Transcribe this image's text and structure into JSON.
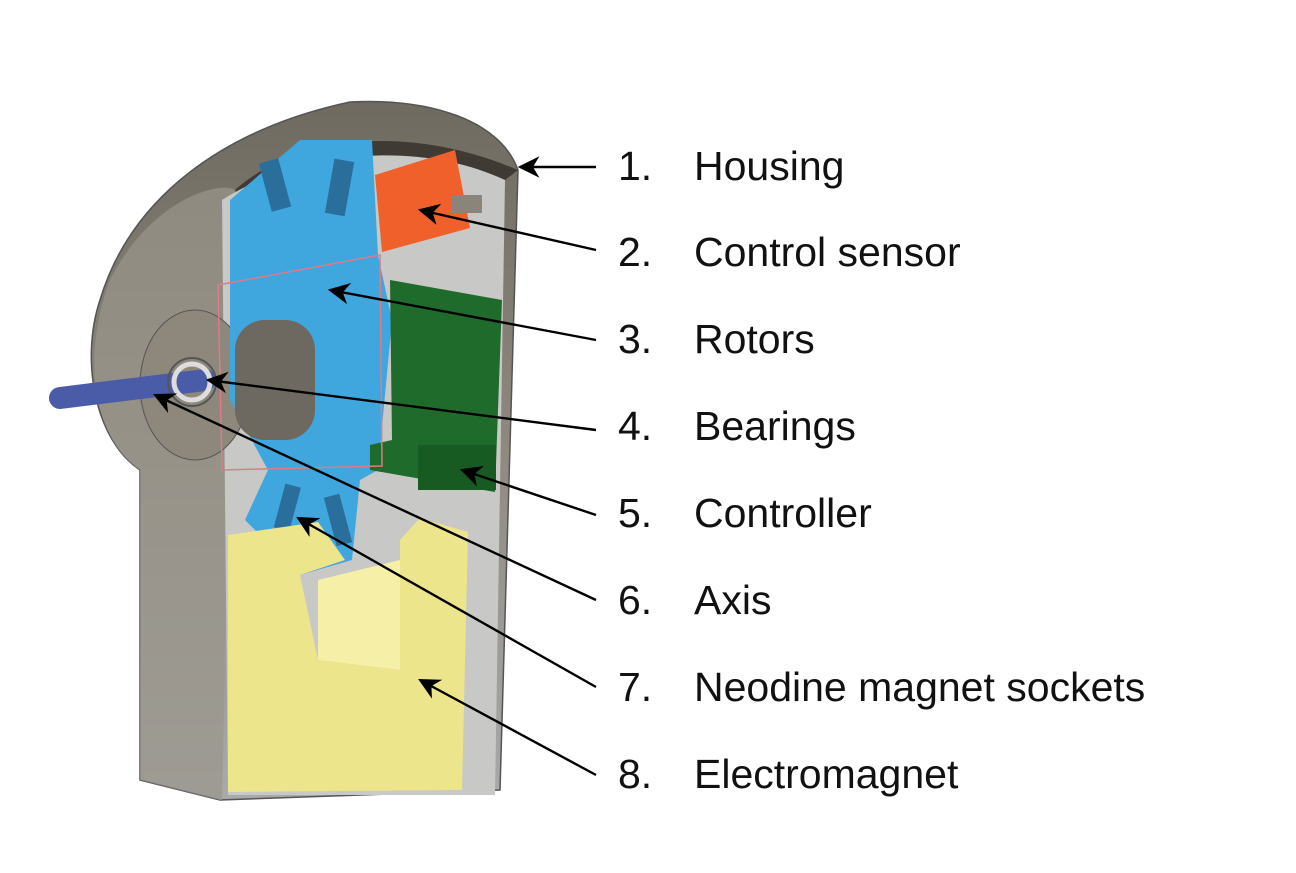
{
  "labels": [
    {
      "number": "1.",
      "name": "Housing"
    },
    {
      "number": "2.",
      "name": "Control sensor"
    },
    {
      "number": "3.",
      "name": "Rotors"
    },
    {
      "number": "4.",
      "name": "Bearings"
    },
    {
      "number": "5.",
      "name": "Controller"
    },
    {
      "number": "6.",
      "name": "Axis"
    },
    {
      "number": "7.",
      "name": "Neodine magnet sockets"
    },
    {
      "number": "8.",
      "name": "Electromagnet"
    }
  ],
  "colors": {
    "housing": "#8a8479",
    "cavity": "#c9c9c9",
    "rotor": "#3fa6de",
    "sensor": "#f0602a",
    "controller": "#1f6b2c",
    "electromagnet": "#ede58c",
    "axis": "#4a5ba8"
  }
}
